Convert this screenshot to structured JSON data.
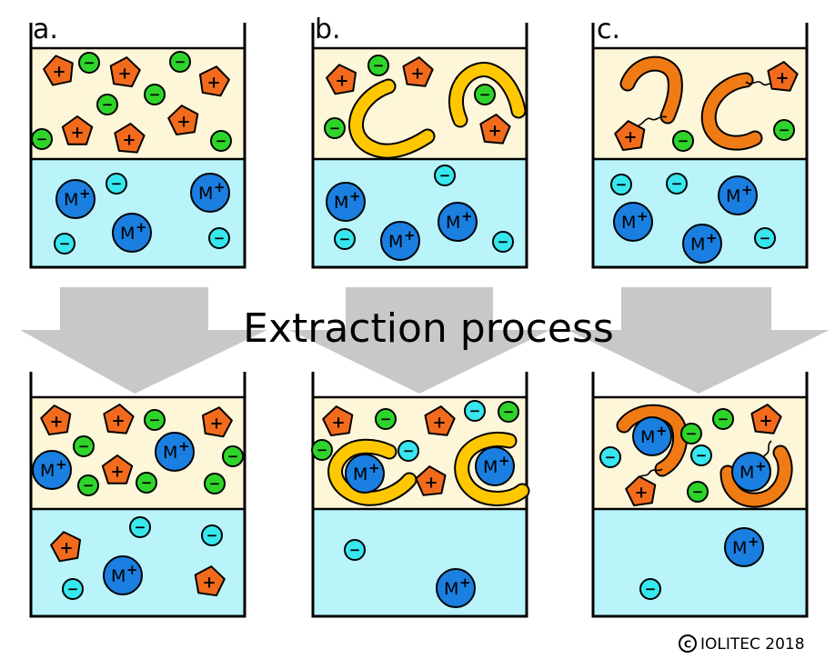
{
  "title": "Extraction process",
  "copyright": "IOLITEC 2018",
  "copyright_symbol": "C",
  "panel_labels": [
    "a.",
    "b.",
    "c."
  ],
  "symbols": {
    "cation": "+",
    "anion": "−",
    "metal_letter": "M",
    "metal_charge": "+"
  },
  "colors": {
    "organic_phase": "#fdf6d9",
    "aqueous_phase": "#b9f4fb",
    "cation": "#f26b1d",
    "anion_green": "#2fd42a",
    "anion_cyan": "#38e6ee",
    "metal": "#1a7fe0",
    "ligand_yellow": "#ffc700",
    "ligand_orange": "#f07a14",
    "arrow": "#c8c8c8"
  }
}
